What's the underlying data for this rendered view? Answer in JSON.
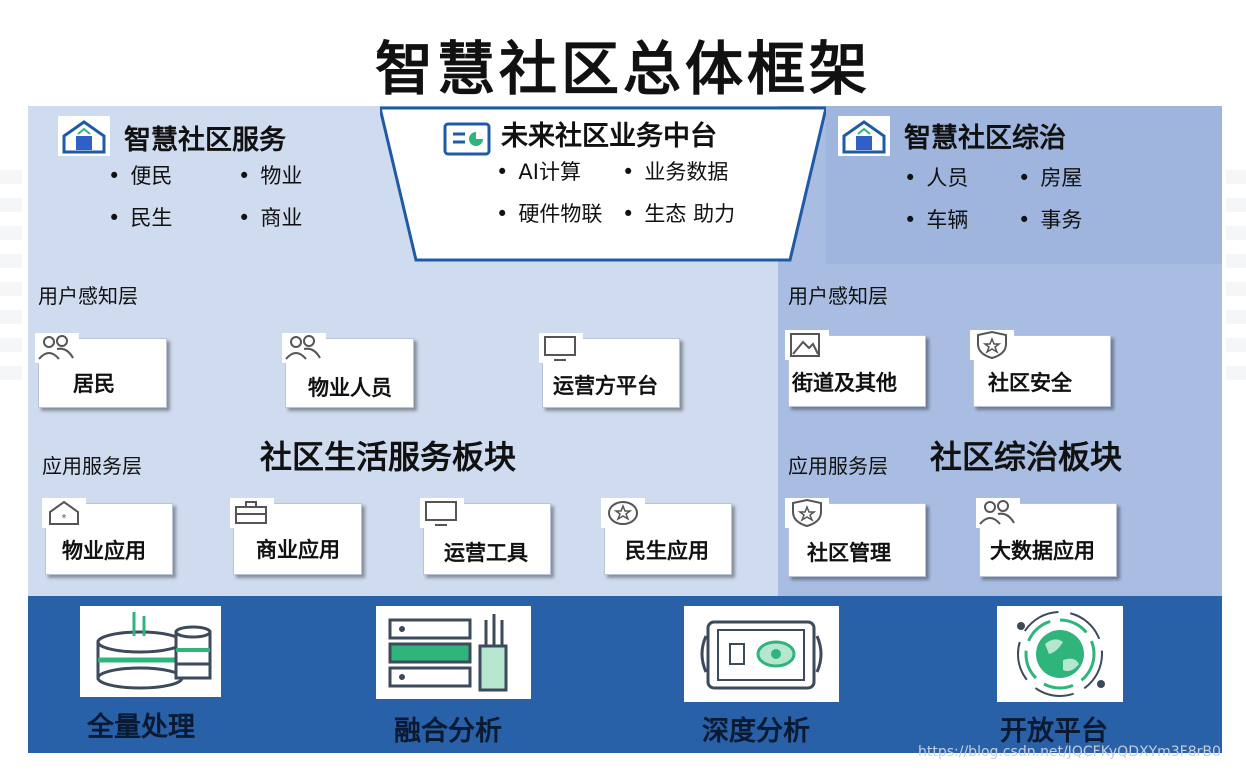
{
  "title": "智慧社区总体框架",
  "services": {
    "heading": "智慧社区服务",
    "bullets": [
      "便民",
      "物业",
      "民生",
      "商业"
    ]
  },
  "middle": {
    "heading": "未来社区业务中台",
    "bullets": [
      "AI计算",
      "业务数据",
      "硬件物联",
      "生态 助力"
    ]
  },
  "governance": {
    "heading": "智慧社区综治",
    "bullets": [
      "人员",
      "房屋",
      "车辆",
      "事务"
    ]
  },
  "left": {
    "perception_label": "用户感知层",
    "perception_cards": [
      "居民",
      "物业人员",
      "运营方平台"
    ],
    "service_label": "应用服务层",
    "block_title": "社区生活服务板块",
    "service_cards": [
      "物业应用",
      "商业应用",
      "运营工具",
      "民生应用"
    ]
  },
  "right": {
    "perception_label": "用户感知层",
    "perception_cards": [
      "街道及其他",
      "社区安全"
    ],
    "service_label": "应用服务层",
    "block_title": "社区综治板块",
    "service_cards": [
      "社区管理",
      "大数据应用"
    ]
  },
  "bottom": {
    "labels": [
      "全量处理",
      "融合分析",
      "深度分析",
      "开放平台"
    ]
  },
  "watermark": "https://blog.csdn.net/JQCFKyQDXYm3F8rB0",
  "icons": {
    "section": "house-icon",
    "middle": "dashboard-icon",
    "users": "users-icon",
    "monitor": "monitor-icon",
    "image": "image-icon",
    "shield": "shield-icon",
    "briefcase": "briefcase-icon",
    "star": "star-badge-icon",
    "database": "database-icon",
    "server": "server-icon",
    "safe": "safe-icon",
    "globe": "globe-icon"
  },
  "colors": {
    "left_panel": "#cfdbef",
    "right_panel": "#a9bde2",
    "bottom_band": "#2961a8",
    "accent_green": "#2fb47c",
    "outline_blue": "#1f5aa6"
  }
}
